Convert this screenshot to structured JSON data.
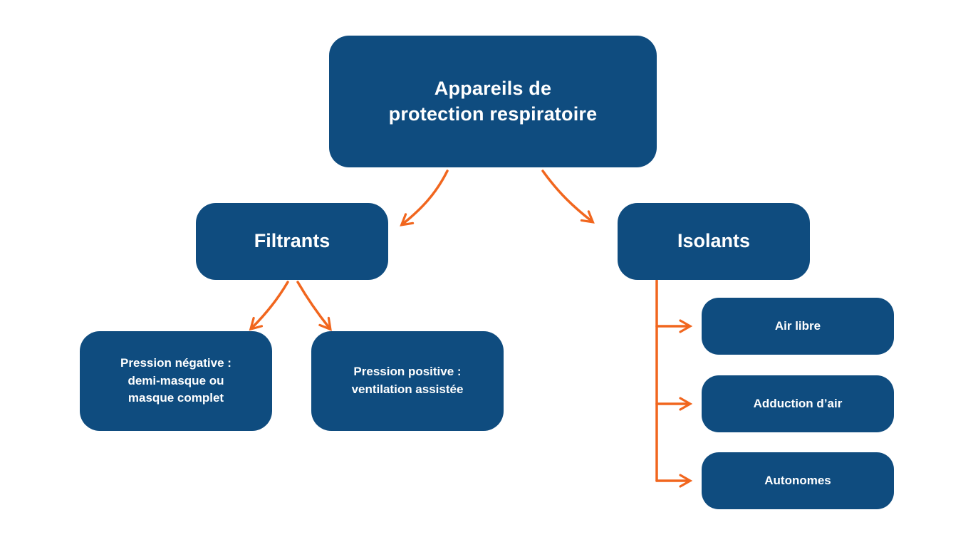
{
  "title": "Appareils de protection respiratoire — diagramme",
  "colors": {
    "box_bg": "#0f4c7f",
    "box_text": "#ffffff",
    "arrow": "#f1661e",
    "page_bg": "#ffffff"
  },
  "nodes": {
    "root": {
      "label": "Appareils de\nprotection respiratoire"
    },
    "filtrants": {
      "label": "Filtrants"
    },
    "isolants": {
      "label": "Isolants"
    },
    "pression_negative": {
      "label": "Pression négative :\ndemi-masque ou\nmasque complet"
    },
    "pression_positive": {
      "label": "Pression positive :\nventilation assistée"
    },
    "air_libre": {
      "label": "Air libre"
    },
    "adduction_air": {
      "label": "Adduction d’air"
    },
    "autonomes": {
      "label": "Autonomes"
    }
  }
}
